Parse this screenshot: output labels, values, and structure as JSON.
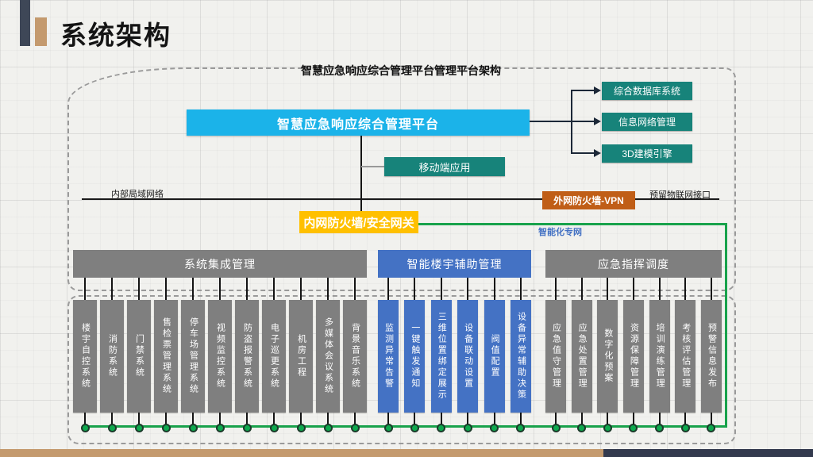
{
  "slide": {
    "title": "系统架构",
    "diagram_title": "智慧应急响应综合管理平台管理平台架构"
  },
  "platform_label": "智慧应急响应综合管理平台",
  "satellite_boxes": [
    "综合数据库系统",
    "信息网络管理",
    "3D建模引擎"
  ],
  "mobile_app_label": "移动端应用",
  "labels": {
    "internal_lan": "内部局域网络",
    "iot_reserved": "预留物联网接口",
    "intranet": "智能化专网"
  },
  "firewall": {
    "external": "外网防火墙-VPN",
    "internal": "内网防火墙/安全网关"
  },
  "groups": [
    {
      "header": "系统集成管理",
      "color": "gray",
      "items": [
        "楼宇自控系统",
        "消防系统",
        "门禁系统",
        "售检票管理系统",
        "停车场管理系统",
        "视频监控系统",
        "防盗报警系统",
        "电子巡更系统",
        "机房工程",
        "多媒体会议系统",
        "背景音乐系统"
      ]
    },
    {
      "header": "智能楼宇辅助管理",
      "color": "blue",
      "items": [
        "监测异常告警",
        "一键触发通知",
        "三维位置绑定展示",
        "设备联动设置",
        "阀值配置",
        "设备异常辅助决策"
      ]
    },
    {
      "header": "应急指挥调度",
      "color": "gray",
      "items": [
        "应急值守管理",
        "应急处置管理",
        "数字化预案",
        "资源保障管理",
        "培训演练管理",
        "考核评估管理",
        "预警信息发布"
      ]
    }
  ],
  "colors": {
    "platform_blue": "#1bb3e9",
    "teal": "#17837a",
    "orange": "#c05e17",
    "yellow": "#ffc000",
    "gray": "#7f7f7f",
    "blue": "#4472c4",
    "green": "#18a24b",
    "accent_dark": "#3e4757",
    "accent_tan": "#c49a6e",
    "progress_tan": "#c49a6e",
    "progress_navy": "#333a4e"
  }
}
